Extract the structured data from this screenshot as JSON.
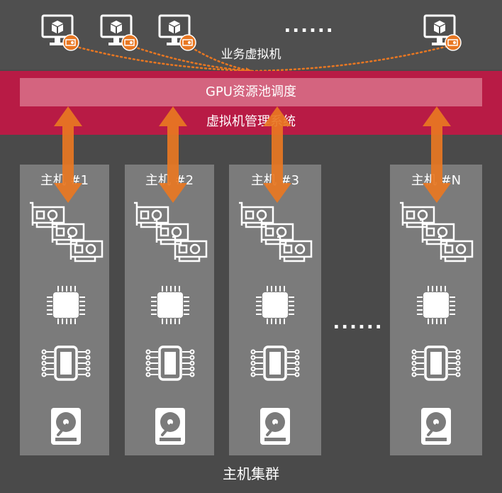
{
  "vm_section": {
    "label": "业务虚拟机",
    "ellipsis": "......"
  },
  "gpu_pool": {
    "label": "GPU资源池调度"
  },
  "vm_manager": {
    "label": "虚拟机管理系统"
  },
  "hosts": [
    {
      "label": "主机 #1"
    },
    {
      "label": "主机 #2"
    },
    {
      "label": "主机 #3"
    },
    {
      "label": "主机 #N"
    }
  ],
  "host_ellipsis": "......",
  "cluster": {
    "label": "主机集群"
  },
  "icons": {
    "vm": "monitor-with-cube-and-gpu-badge-icon",
    "gpu": "gpu-card-icon",
    "cpu": "cpu-chip-icon",
    "memory": "memory-module-icon",
    "disk": "hard-drive-icon"
  },
  "colors": {
    "background": "#4a4a4a",
    "management_band": "#b81b45",
    "gpu_pool_bar": "#d4647f",
    "host_column": "#7b7b7b",
    "arrow": "#e87722",
    "icon": "#ffffff"
  }
}
